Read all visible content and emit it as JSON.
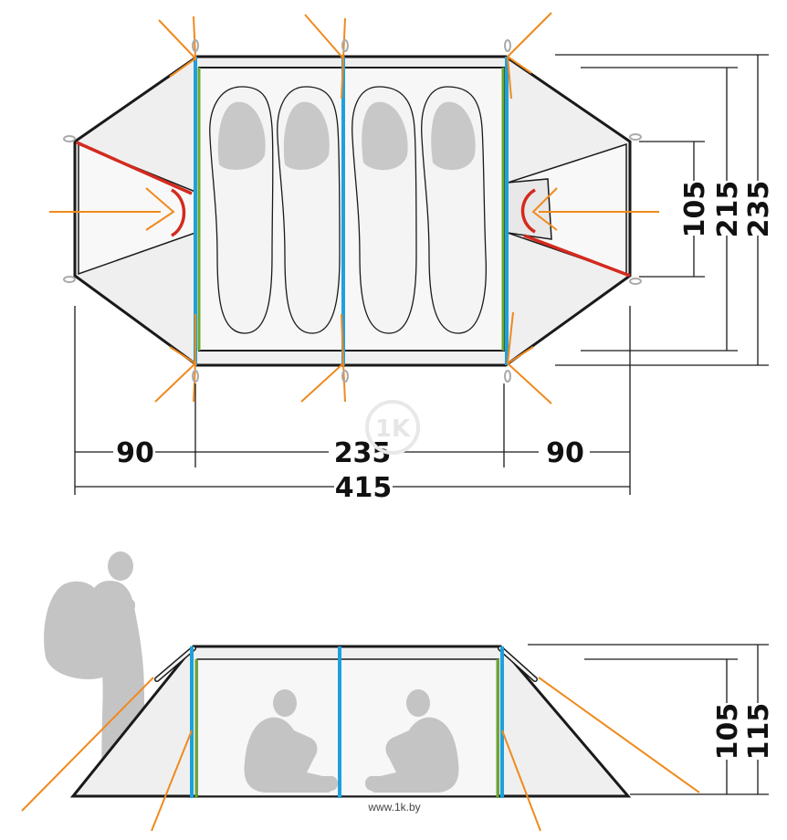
{
  "colors": {
    "outline": "#1a1a1a",
    "fly": "#efefef",
    "inner": "#f6f6f6",
    "blue_pole": "#1fa0dc",
    "green_pole": "#6aa832",
    "red_pole": "#d42a1e",
    "guyline": "#f08a1e",
    "sleeping_bag": "#c8c8c8",
    "people": "#c4c4c4",
    "peg": "#aaaaaa"
  },
  "top_view": {
    "dimensions": {
      "left_vestibule": "90",
      "inner_length": "235",
      "right_vestibule": "90",
      "total_length": "415",
      "entrance_width": "105",
      "inner_width": "215",
      "total_width": "235"
    },
    "sleeping_bags": 4
  },
  "side_view": {
    "dimensions": {
      "inner_height": "105",
      "total_height": "115"
    },
    "seated_people": 2,
    "hiker_silhouette": true
  },
  "watermark": {
    "url": "www.1k.by",
    "logo": "1K"
  }
}
